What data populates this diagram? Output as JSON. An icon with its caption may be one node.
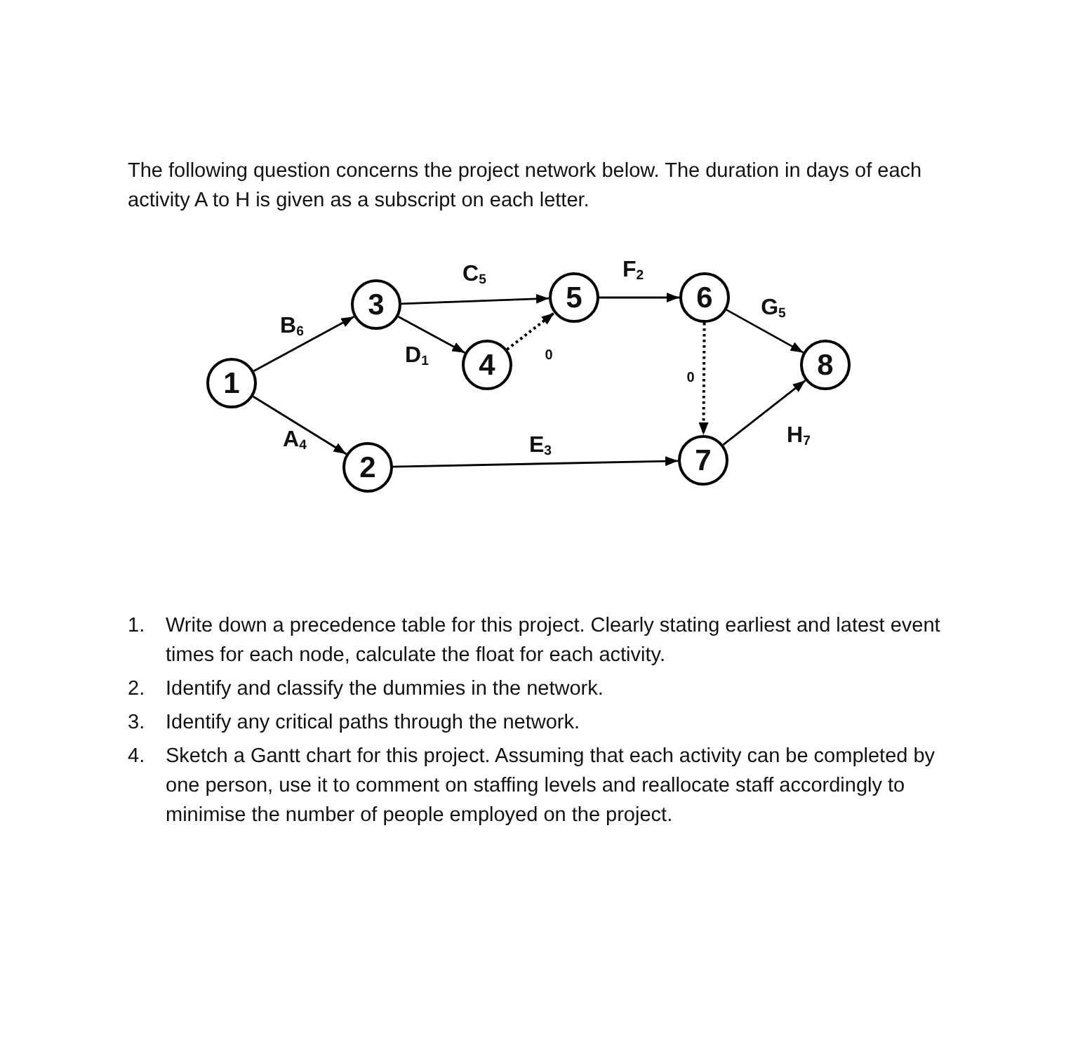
{
  "diagram": {
    "nodes": [
      {
        "text": [
          "1"
        ]
      },
      {
        "text": [
          "2"
        ]
      },
      {
        "text": [
          "3"
        ]
      },
      {
        "text": [
          "4"
        ]
      },
      {
        "text": [
          "5"
        ]
      },
      {
        "text": [
          "6"
        ]
      },
      {
        "text": [
          "7"
        ]
      },
      {
        "text": [
          "8"
        ]
      }
    ],
    "edges": [
      {
        "from": 0,
        "to": 2,
        "arrow": "to",
        "label": "B$_{6}$"
      },
      {
        "from": 0,
        "to": 1,
        "arrow": "to",
        "label": "A$_{4}$"
      },
      {
        "from": 2,
        "to": 4,
        "arrow": "to",
        "label": "C$_{5}$"
      },
      {
        "from": 2,
        "to": 3,
        "arrow": "to",
        "label": "D$_{1}$"
      },
      {
        "from": 3,
        "to": 4,
        "arrow": "to",
        "label": "0",
        "style": "dashed"
      },
      {
        "from": 1,
        "to": 6,
        "arrow": "to",
        "label": "E$_{3}$"
      },
      {
        "from": 4,
        "to": 5,
        "arrow": "to",
        "label": "F$_{2}$"
      },
      {
        "from": 5,
        "to": 7,
        "arrow": "to",
        "label": "G$_{5}$"
      },
      {
        "from": 5,
        "to": 6,
        "arrow": "to",
        "label": "0",
        "style": "dashed"
      },
      {
        "from": 6,
        "to": 7,
        "arrow": "to",
        "label": "H$_{7}$"
      }
    ],
    "labels": [
      "The following question concerns the project network below. The duration in days of each activity A to H is given as a subscript on each letter.",
      "1.",
      "Write down a precedence table for this project. Clearly stating earliest and latest event times for each node, calculate the float for each activity.",
      "2.",
      "Identify and classify the dummies in the network.",
      "3.",
      "Identify any critical paths through the network.",
      "4.",
      "Sketch a Gantt chart for this project. Assuming that each activity can be completed by one person, use it to comment on staffing levels and reallocate staff accordingly to minimise the number of people employed on the project."
    ]
  }
}
